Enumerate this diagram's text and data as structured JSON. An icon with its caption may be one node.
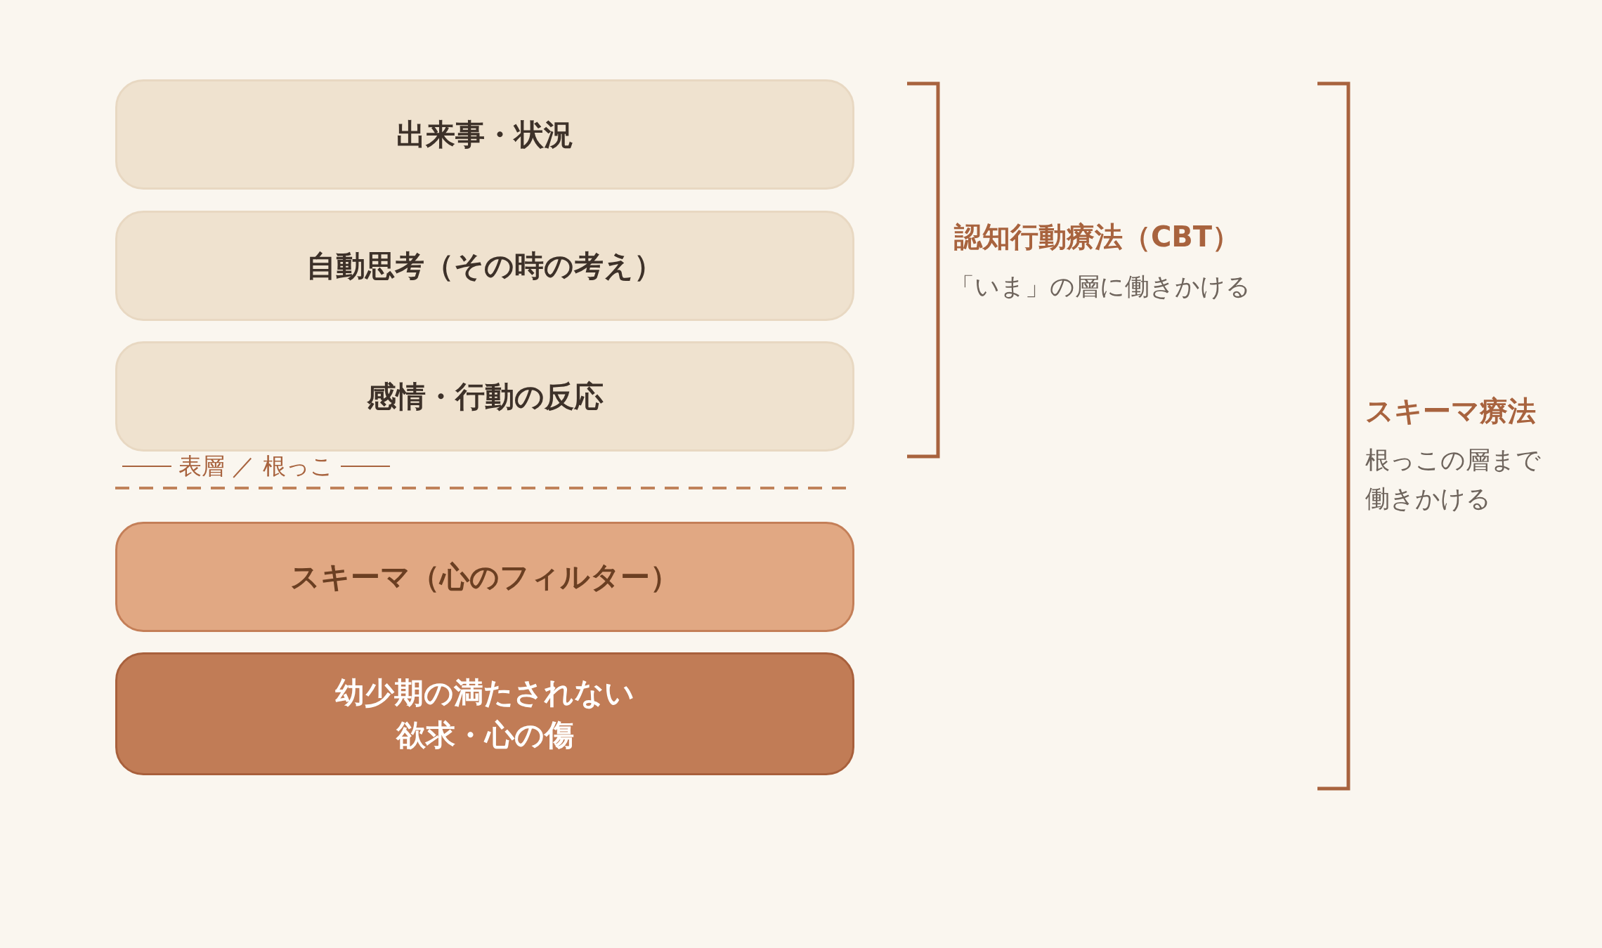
{
  "diagram": {
    "nodes": [
      {
        "text": [
          "出来事・状況"
        ]
      },
      {
        "text": [
          "自動思考（その時の考え）"
        ]
      },
      {
        "text": [
          "感情・行動の反応"
        ]
      },
      {
        "text": [
          "スキーマ（心のフィルター）"
        ]
      },
      {
        "text": [
          "幼少期の満たされない欲求・心の傷"
        ]
      }
    ],
    "labels": [
      "表層 ／ 根っこ",
      "認知行動療法（CBT）",
      "「いま」の層に働きかける",
      "スキーマ療法",
      "根っこの層まで働きかける"
    ]
  }
}
